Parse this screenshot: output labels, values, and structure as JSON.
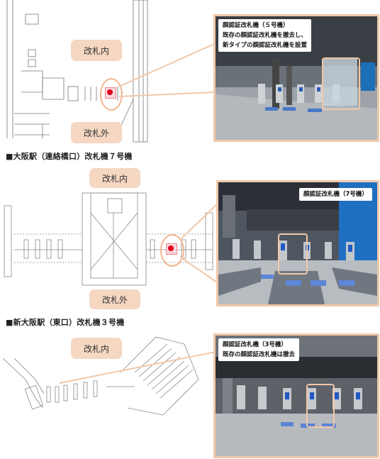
{
  "section1": {
    "inside_label": "改札内",
    "outside_label": "改札外",
    "callout_lines": [
      "顔認証改札機（５号機）",
      "既存の顔認証改札機を撤去し、",
      "新タイプの顔認証改札機を設置"
    ]
  },
  "section2": {
    "title": "■大阪駅（連絡橋口）改札機７号機",
    "inside_label": "改札内",
    "outside_label": "改札外",
    "callout_lines": [
      "顔認証改札機（7号機）"
    ]
  },
  "section3": {
    "title": "■新大阪駅（東口）改札機３号機",
    "inside_label": "改札内",
    "callout_lines": [
      "顔認証改札機（3号機）",
      "既存の顔認証改札機は撤去"
    ]
  },
  "colors": {
    "accent": "#f0c8aa",
    "pill": "#f5d7c2",
    "marker": "#e0001a"
  }
}
